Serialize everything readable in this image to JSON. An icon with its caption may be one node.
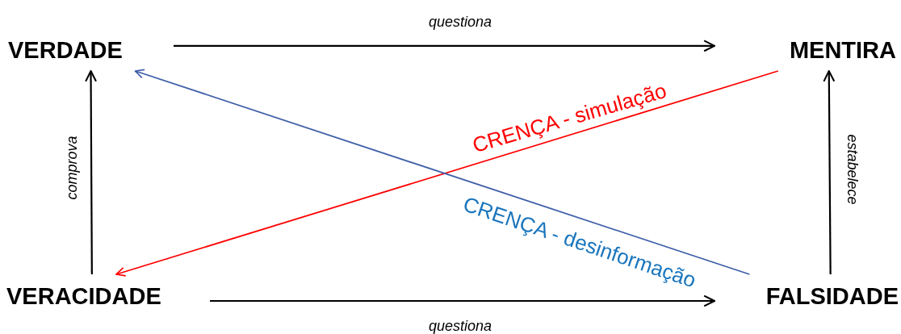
{
  "diagram": {
    "nodes": [
      {
        "text": [
          "VERDADE"
        ]
      },
      {
        "text": [
          "MENTIRA"
        ]
      },
      {
        "text": [
          "VERACIDADE"
        ]
      },
      {
        "text": [
          "FALSIDADE"
        ]
      }
    ],
    "edges": [
      {
        "from": 0,
        "to": 1,
        "arrow": "to",
        "label": "questiona"
      },
      {
        "from": 2,
        "to": 0,
        "arrow": "to",
        "label": "comprova"
      },
      {
        "from": 1,
        "to": 2,
        "arrow": "to",
        "label": "CRENÇA - simulação",
        "color": "#ff0000"
      },
      {
        "from": 3,
        "to": 0,
        "arrow": "to",
        "label": "CRENÇA - desinformação",
        "color": "#3f5fa8"
      },
      {
        "from": 3,
        "to": 1,
        "arrow": "to",
        "label": "estabelece"
      },
      {
        "from": 2,
        "to": 3,
        "arrow": "to",
        "label": "questiona"
      }
    ]
  }
}
